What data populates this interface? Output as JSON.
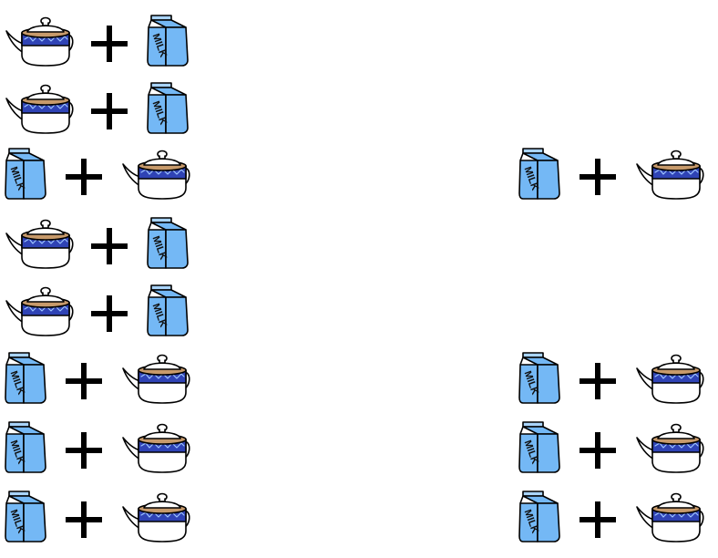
{
  "milk_label": "MILK",
  "colors": {
    "milk_fill": "#74b8f5",
    "milk_light": "#a9d4fb",
    "teapot_fill": "#ffffff",
    "teapot_band": "#2f43b5",
    "teapot_band_dark": "#1b2b8c",
    "teapot_lid_ring": "#c79a6b",
    "outline": "#000000",
    "plus": "#000000"
  },
  "rows": [
    {
      "left": [
        "teapot-icon",
        "plus-sign",
        "milk-carton-icon"
      ],
      "right": []
    },
    {
      "left": [
        "teapot-icon",
        "plus-sign",
        "milk-carton-icon"
      ],
      "right": []
    },
    {
      "left": [
        "milk-carton-icon",
        "plus-sign",
        "teapot-icon"
      ],
      "right": [
        "milk-carton-icon",
        "plus-sign",
        "teapot-icon"
      ]
    },
    {
      "left": [
        "teapot-icon",
        "plus-sign",
        "milk-carton-icon"
      ],
      "right": []
    },
    {
      "left": [
        "teapot-icon",
        "plus-sign",
        "milk-carton-icon"
      ],
      "right": []
    },
    {
      "left": [
        "milk-carton-icon",
        "plus-sign",
        "teapot-icon"
      ],
      "right": [
        "milk-carton-icon",
        "plus-sign",
        "teapot-icon"
      ]
    },
    {
      "left": [
        "milk-carton-icon",
        "plus-sign",
        "teapot-icon"
      ],
      "right": [
        "milk-carton-icon",
        "plus-sign",
        "teapot-icon"
      ]
    },
    {
      "left": [
        "milk-carton-icon",
        "plus-sign",
        "teapot-icon"
      ],
      "right": [
        "milk-carton-icon",
        "plus-sign",
        "teapot-icon"
      ]
    }
  ]
}
